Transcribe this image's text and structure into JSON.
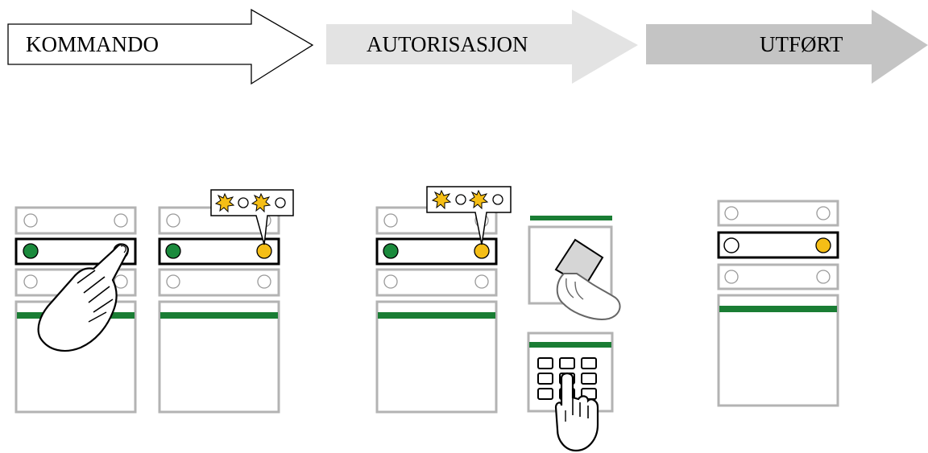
{
  "steps": [
    {
      "label": "KOMMANDO",
      "style": "outline",
      "fill": "#ffffff"
    },
    {
      "label": "AUTORISASJON",
      "style": "filled",
      "fill": "#e3e3e3"
    },
    {
      "label": "UTFØRT",
      "style": "filled",
      "fill": "#c4c4c4"
    }
  ],
  "colors": {
    "panel_frame": "#b3b3b3",
    "led_green": "#1a8a3c",
    "led_yellow": "#f5be16",
    "led_gray": "#8c8c8c",
    "status_bar": "#1a7d34",
    "blink_star": "#f5be16"
  },
  "panels": [
    {
      "id": "command-press",
      "active_row": "middle",
      "left_led": "green",
      "right_led": "gray",
      "hand": "pressing"
    },
    {
      "id": "command-result",
      "active_row": "middle",
      "left_led": "green",
      "right_led": "yellow",
      "indicator": "blinking"
    },
    {
      "id": "authorization",
      "active_row": "middle",
      "left_led": "green",
      "right_led": "yellow",
      "indicator": "blinking"
    },
    {
      "id": "executed",
      "active_row": "middle",
      "left_led": "off",
      "right_led": "yellow"
    }
  ],
  "auth_methods": [
    {
      "name": "card-reader",
      "icon": "hand-with-card-icon"
    },
    {
      "name": "keypad",
      "icon": "finger-on-keypad-icon"
    }
  ]
}
